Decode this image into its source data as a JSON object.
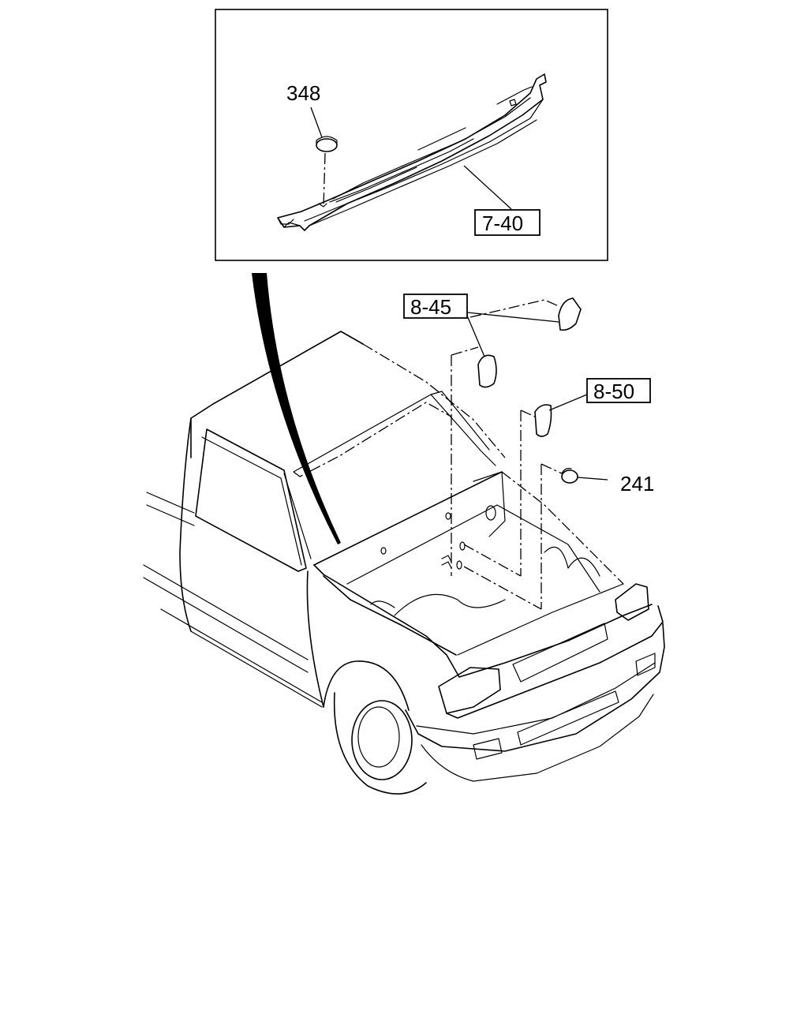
{
  "callouts": {
    "plug_348": "348",
    "panel_7_40": "7-40",
    "pad_8_45": "8-45",
    "pad_8_50": "8-50",
    "plug_241": "241"
  }
}
